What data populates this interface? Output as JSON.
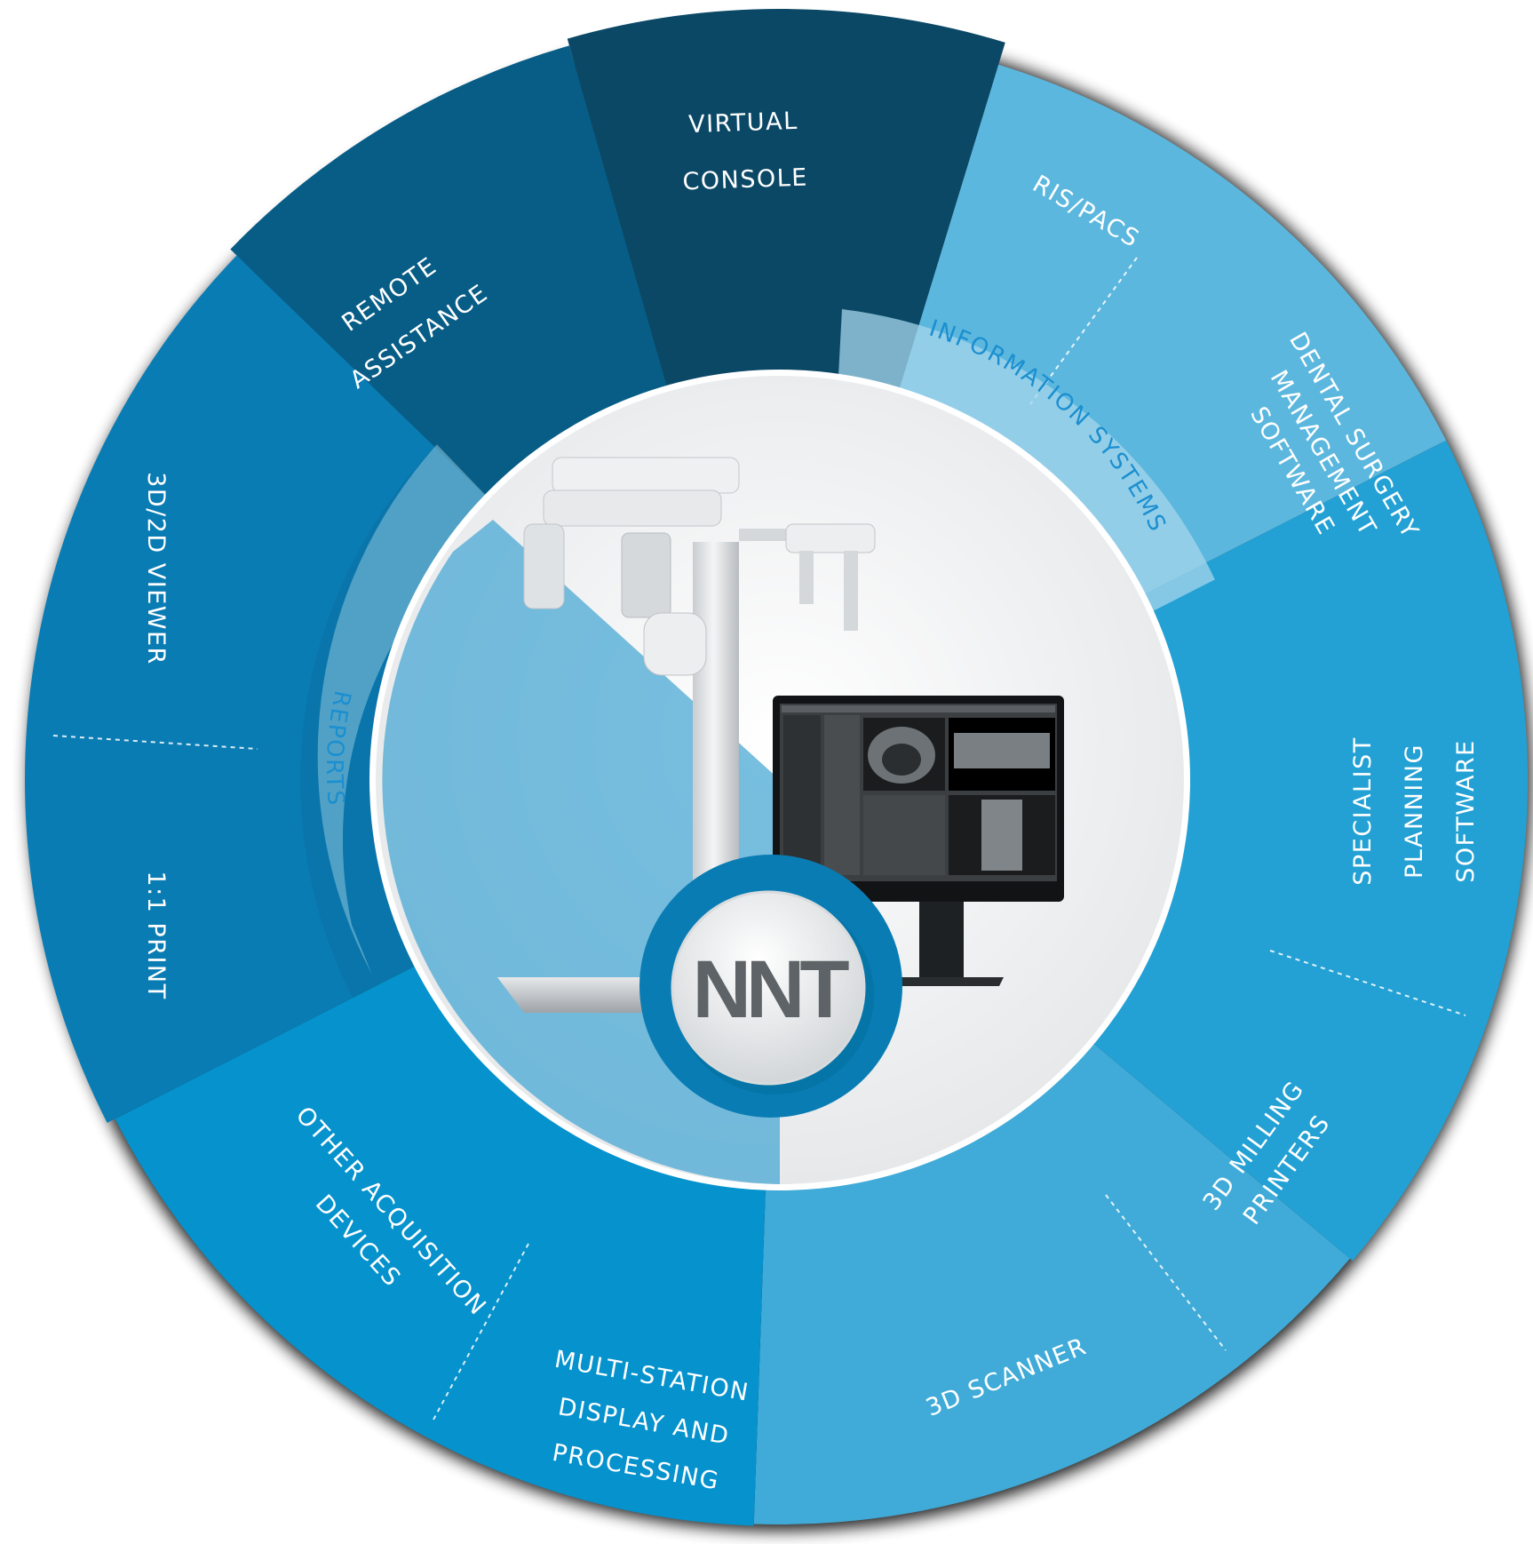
{
  "center": {
    "logo_text": "NNT"
  },
  "segments": [
    {
      "id": "virtual-console",
      "lines": [
        "VIRTUAL",
        "CONSOLE"
      ]
    },
    {
      "id": "ris-pacs",
      "lines": [
        "RIS/PACS"
      ]
    },
    {
      "id": "dental-surgery",
      "lines": [
        "DENTAL SURGERY",
        "MANAGEMENT",
        "SOFTWARE"
      ]
    },
    {
      "id": "specialist-planning",
      "lines": [
        "SPECIALIST",
        "PLANNING",
        "SOFTWARE"
      ]
    },
    {
      "id": "3d-milling",
      "lines": [
        "3D MILLING",
        "PRINTERS"
      ]
    },
    {
      "id": "3d-scanner",
      "lines": [
        "3D SCANNER"
      ]
    },
    {
      "id": "multi-station",
      "lines": [
        "MULTI-STATION",
        "DISPLAY AND",
        "PROCESSING"
      ]
    },
    {
      "id": "other-acquisition",
      "lines": [
        "OTHER ACQUISITION",
        "DEVICES"
      ]
    },
    {
      "id": "print",
      "lines": [
        "1:1 PRINT"
      ]
    },
    {
      "id": "viewer",
      "lines": [
        "3D/2D VIEWER"
      ]
    },
    {
      "id": "remote-assistance",
      "lines": [
        "REMOTE",
        "ASSISTANCE"
      ]
    }
  ],
  "ring_labels": {
    "information_systems": "INFORMATION SYSTEMS",
    "reports": "REPORTS"
  },
  "colors": {
    "darkest": "#0b4866",
    "dark": "#085d86",
    "mid": "#0a7cb4",
    "bright": "#0592cd",
    "light": "#23a1d4",
    "lighter": "#40abd8",
    "lightest": "#5cb7de",
    "ring_label": "#1b8fcf"
  },
  "icons": [
    "dental-xray-machine-icon",
    "monitor-icon"
  ]
}
